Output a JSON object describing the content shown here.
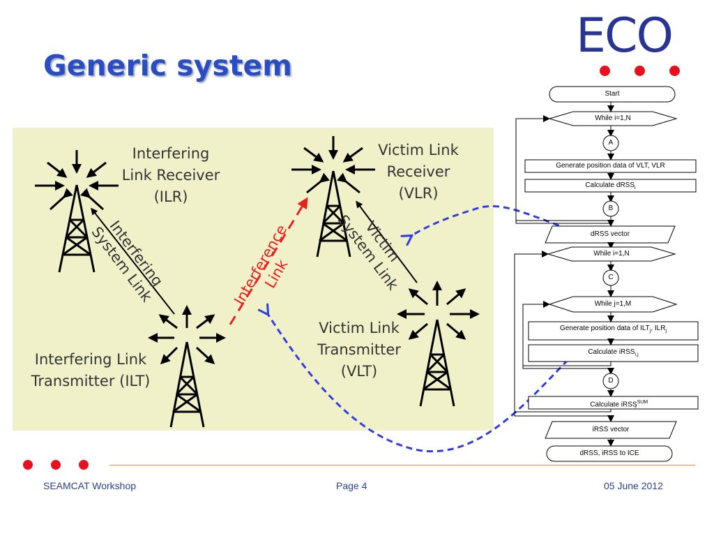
{
  "slide": {
    "title": "Generic system",
    "logo_text": "ECO"
  },
  "colors": {
    "title": "#2a4dc4",
    "logo": "#283593",
    "accent_red": "#e8101e",
    "panel_bg": "#f0f1c9",
    "interference": "#e82020",
    "arrow_blue": "#2e3ce0"
  },
  "diagram": {
    "ilr_label": "Interfering\nLink Receiver\n(ILR)",
    "ilt_label": "Interfering Link\nTransmitter (ILT)",
    "vlr_label": "Victim Link\nReceiver\n(VLR)",
    "vlt_label": "Victim Link\nTransmitter\n(VLT)",
    "interfering_system_link": "Interfering\nSystem Link",
    "victim_system_link": "Victim\nSystem Link",
    "interference_link": "Interference\nLink"
  },
  "flowchart": {
    "start": "Start",
    "while1": "While i=1,N",
    "connector_a": "A",
    "gen_vlt_vlr": "Generate position data of VLT, VLR",
    "calc_drss": "Calculate dRSS",
    "calc_drss_sub": "i",
    "connector_b": "B",
    "drss_vector": "dRSS vector",
    "while2": "While i=1,N",
    "connector_c": "C",
    "while3": "While j=1,M",
    "gen_ilt_ilr": "Generate position data of ILT",
    "gen_ilt_sub": "j",
    "gen_sep": ", ILR",
    "gen_ilr_sub": "j",
    "calc_irss": "Calculate iRSS",
    "calc_irss_sub": "i,j",
    "connector_d": "D",
    "calc_irss_sum": "Calculate iRSS",
    "calc_irss_sum_sub": "i",
    "calc_irss_sum_sup": "SUM",
    "irss_vector": "iRSS vector",
    "end": "dRSS, iRSS to ICE"
  },
  "footer": {
    "left": "SEAMCAT Workshop",
    "center": "Page 4",
    "right": "05 June 2012"
  }
}
